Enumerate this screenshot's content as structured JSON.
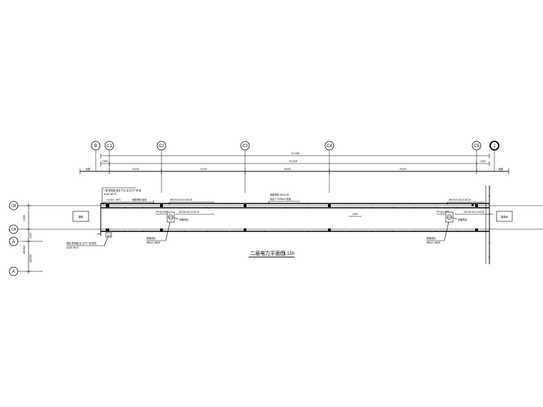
{
  "drawing": {
    "title": "二层电力平面图",
    "scale": "1:150"
  },
  "axes_top": {
    "left_end": "B",
    "c1": "C1",
    "c2": "C2",
    "c3": "C3",
    "c4": "C4",
    "c5": "C5",
    "right_end": "1"
  },
  "axes_left": {
    "cb": "CB",
    "ca": "CA",
    "a1": "A",
    "a2": "A"
  },
  "dimensions": {
    "overall": "74,000",
    "left_offset": "2,500",
    "middle_total": "70,000",
    "right_offset": "2,500",
    "bay1": "10,000",
    "bay2": "10,000",
    "bay3": "18,000",
    "bay4": "28,000",
    "side_top": "6,500",
    "side_mid": "2,000",
    "side_bottom": "183,800",
    "side_bottom2": "183,000",
    "inner_depth": "3,000"
  },
  "labels": {
    "left_marker_top": "走廊",
    "right_marker_top": "走廊",
    "left_box": "楼梯",
    "right_box": "楼梯间",
    "left_note1": "1 楼 配电箱 接线 节点 由 生产厂家 提",
    "left_note2": "ALDE WL1S",
    "left_note3": "YJV-5×4",
    "left_ref": "WP1",
    "left_cable_tray": "电缆桥架 接地",
    "left_circuit_top": "WH-KVV-4X1.5-SC15",
    "right_circuit_top": "WH-KVV-4X1.5-SC15",
    "center_note1": "电缆桥架 300X100",
    "center_note2": "标高 FT100mm 安装",
    "left_ap": "FP1(2) WP1-",
    "right_ap": "FP1(2) WP1-",
    "left_feeder": "3H-KW-3X1.5-SC15",
    "right_feeder": "3H-KW-3X1.5-SC15",
    "left_motor": "排烟风机",
    "right_motor": "排烟风机",
    "left_power": "380V/1.45kW",
    "right_power": "380V/1.45kW",
    "left_bottom_note1": "风机 配电箱 由 生产厂家 提供",
    "left_bottom_note2": "ALDE WL1T",
    "left_small": "AL1",
    "left_ap_code": "AP1"
  }
}
